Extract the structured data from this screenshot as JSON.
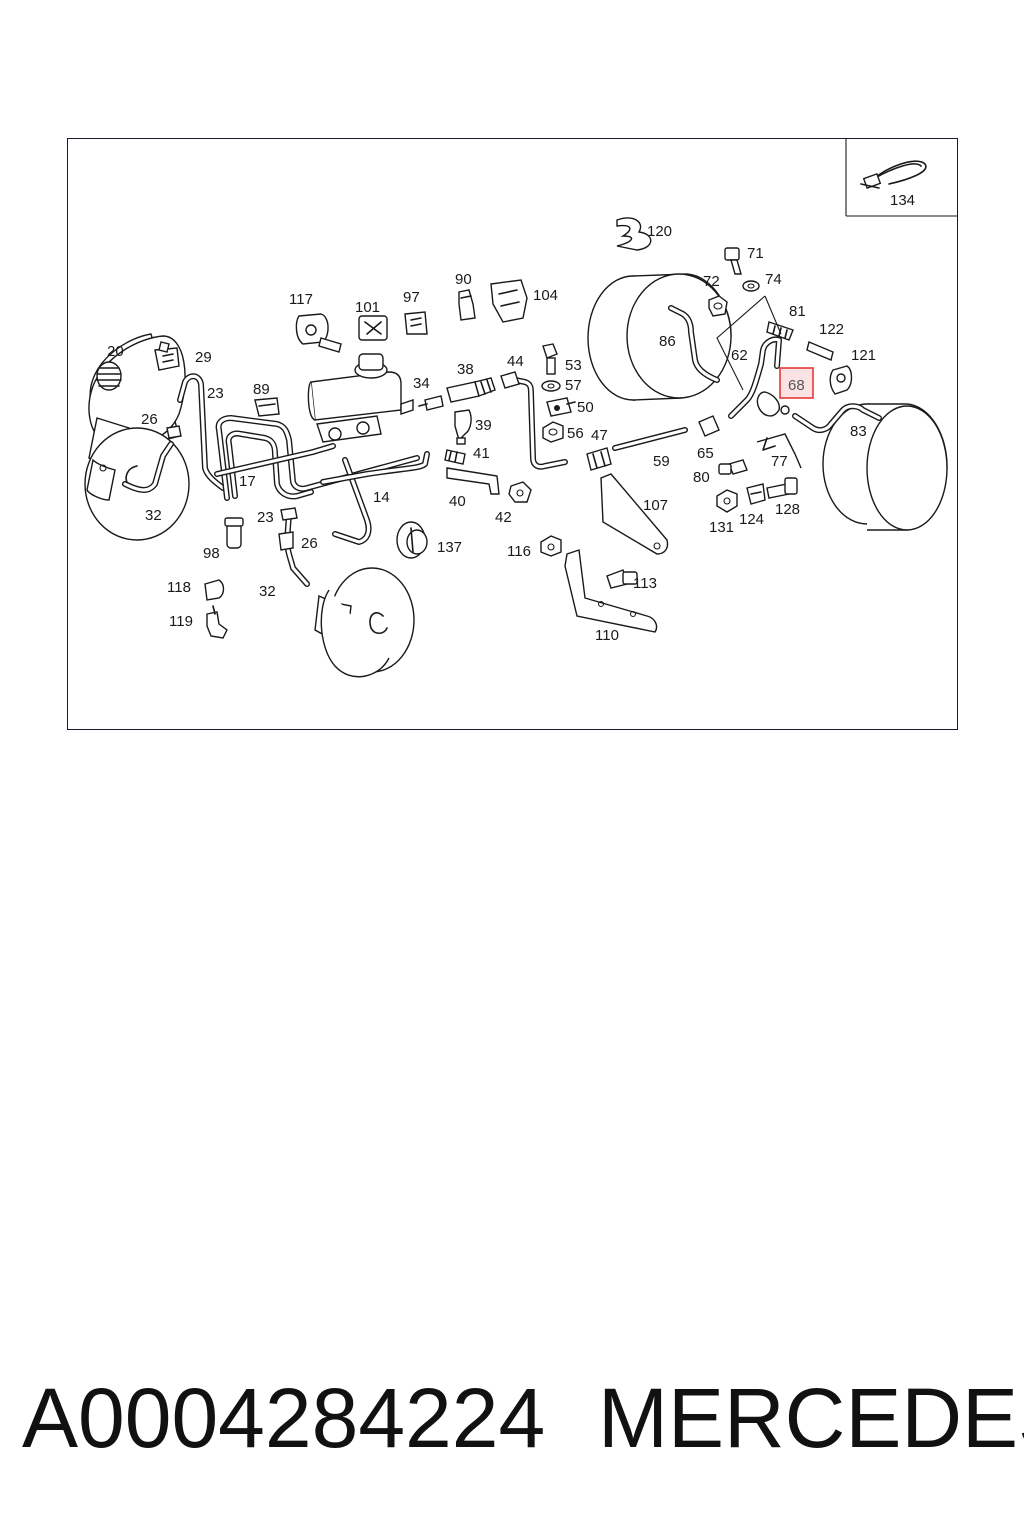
{
  "diagram": {
    "labels": [
      {
        "id": "20",
        "text": "20"
      },
      {
        "id": "29",
        "text": "29"
      },
      {
        "id": "23a",
        "text": "23"
      },
      {
        "id": "26a",
        "text": "26"
      },
      {
        "id": "32a",
        "text": "32"
      },
      {
        "id": "89",
        "text": "89"
      },
      {
        "id": "117",
        "text": "117"
      },
      {
        "id": "101",
        "text": "101"
      },
      {
        "id": "97",
        "text": "97"
      },
      {
        "id": "90",
        "text": "90"
      },
      {
        "id": "104",
        "text": "104"
      },
      {
        "id": "120",
        "text": "120"
      },
      {
        "id": "71",
        "text": "71"
      },
      {
        "id": "72",
        "text": "72"
      },
      {
        "id": "74",
        "text": "74"
      },
      {
        "id": "81",
        "text": "81"
      },
      {
        "id": "122",
        "text": "122"
      },
      {
        "id": "121",
        "text": "121"
      },
      {
        "id": "86",
        "text": "86"
      },
      {
        "id": "62",
        "text": "62"
      },
      {
        "id": "68",
        "text": "68"
      },
      {
        "id": "83",
        "text": "83"
      },
      {
        "id": "38",
        "text": "38"
      },
      {
        "id": "44",
        "text": "44"
      },
      {
        "id": "34",
        "text": "34"
      },
      {
        "id": "53",
        "text": "53"
      },
      {
        "id": "57",
        "text": "57"
      },
      {
        "id": "50",
        "text": "50"
      },
      {
        "id": "56",
        "text": "56"
      },
      {
        "id": "47",
        "text": "47"
      },
      {
        "id": "39",
        "text": "39"
      },
      {
        "id": "41",
        "text": "41"
      },
      {
        "id": "65",
        "text": "65"
      },
      {
        "id": "59",
        "text": "59"
      },
      {
        "id": "77",
        "text": "77"
      },
      {
        "id": "80",
        "text": "80"
      },
      {
        "id": "17",
        "text": "17"
      },
      {
        "id": "14",
        "text": "14"
      },
      {
        "id": "40",
        "text": "40"
      },
      {
        "id": "42",
        "text": "42"
      },
      {
        "id": "107",
        "text": "107"
      },
      {
        "id": "131",
        "text": "131"
      },
      {
        "id": "124",
        "text": "124"
      },
      {
        "id": "128",
        "text": "128"
      },
      {
        "id": "23b",
        "text": "23"
      },
      {
        "id": "26b",
        "text": "26"
      },
      {
        "id": "98",
        "text": "98"
      },
      {
        "id": "137",
        "text": "137"
      },
      {
        "id": "116",
        "text": "116"
      },
      {
        "id": "113",
        "text": "113"
      },
      {
        "id": "118",
        "text": "118"
      },
      {
        "id": "32b",
        "text": "32"
      },
      {
        "id": "119",
        "text": "119"
      },
      {
        "id": "110",
        "text": "110"
      },
      {
        "id": "134",
        "text": "134"
      }
    ],
    "highlight": {
      "label": "68",
      "color": "#e53935",
      "fill": "#fbe3e4"
    }
  },
  "footer": {
    "part_number": "A0004284224",
    "brand": "MERCEDES"
  }
}
